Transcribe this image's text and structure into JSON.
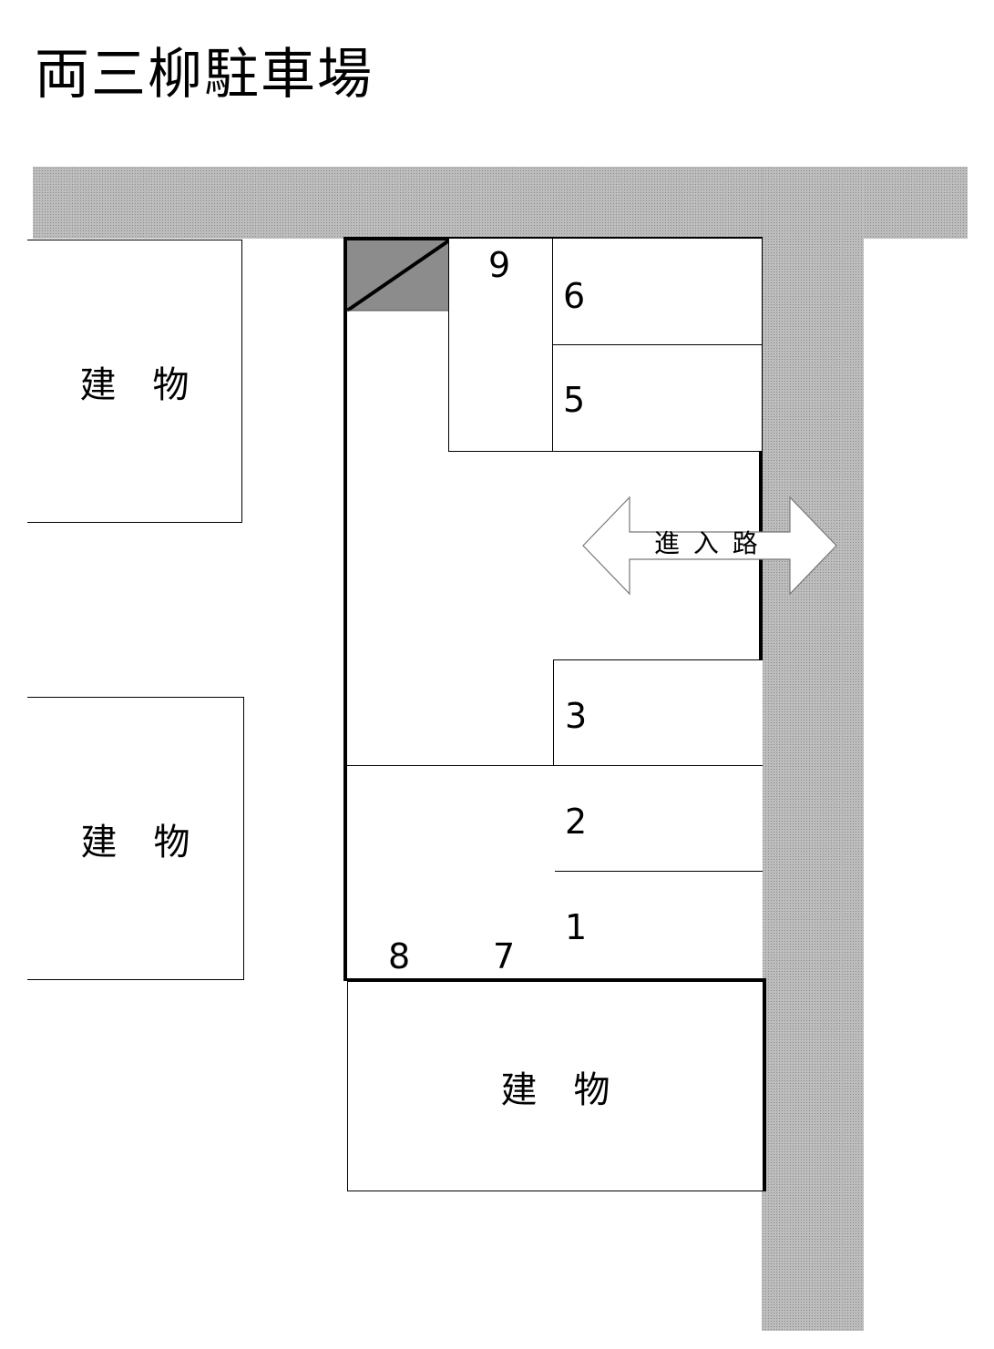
{
  "title": "両三柳駐車場",
  "buildings": [
    {
      "id": "building-left-top",
      "label": "建　物"
    },
    {
      "id": "building-left-bottom",
      "label": "建　物"
    },
    {
      "id": "building-bottom",
      "label": "建　物"
    }
  ],
  "entrance": {
    "label": "進 入 路",
    "icon": "double-arrow-icon"
  },
  "spaces": [
    {
      "number": "1"
    },
    {
      "number": "2"
    },
    {
      "number": "3"
    },
    {
      "number": "5"
    },
    {
      "number": "6"
    },
    {
      "number": "7"
    },
    {
      "number": "8"
    },
    {
      "number": "9"
    }
  ],
  "colors": {
    "road": "#bdbdbd",
    "hatched_corner": "#8c8c8c",
    "lines": "#000000"
  }
}
